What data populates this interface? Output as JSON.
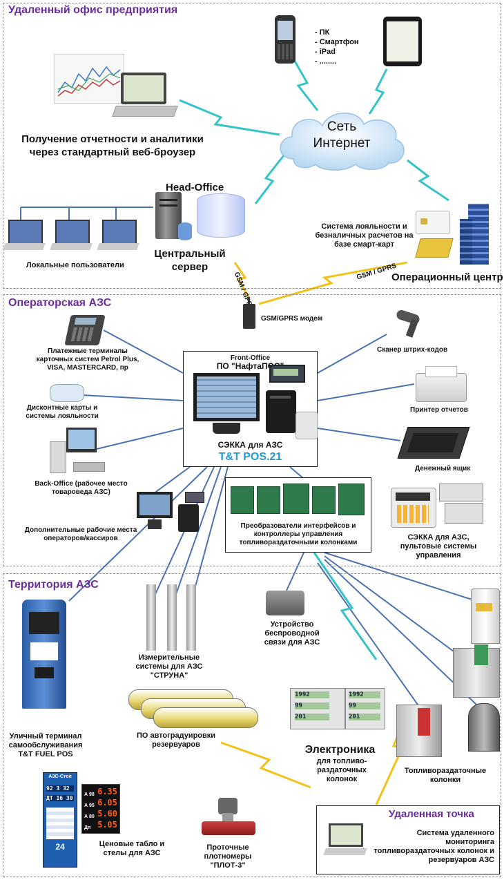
{
  "zones": {
    "remote_office": "Удаленный офис предприятия",
    "operator_station": "Операторская АЗС",
    "territory": "Территория АЗС"
  },
  "cloud": {
    "line1": "Сеть",
    "line2": "Интернет"
  },
  "devices_list": [
    "- ПК",
    "- Смартфон",
    "- iPad",
    "- ........"
  ],
  "reports": "Получение отчетности и аналитики через стандартный веб-броузер",
  "head_office": "Head-Office",
  "local_users": "Локальные пользователи",
  "central_server": "Центральный сервер",
  "gsm_gprs_1": "GSM / GPRS",
  "gsm_gprs_2": "GSM / GPRS",
  "loyalty_system": "Система лояльности и безналичных расчетов на базе смарт-карт",
  "operations_center": "Операционный центр",
  "gsm_modem": "GSM/GPRS модем",
  "payment_terminals": "Платежные терминалы карточных систем Petrol Plus, VISA, MASTERCARD, пр",
  "discount_cards": "Дисконтные карты и системы лояльности",
  "back_office": "Back-Office (рабочее место товароведа АЗС)",
  "extra_workplaces": "Дополнительные рабочие места операторов/кассиров",
  "front_office": {
    "label": "Front-Office",
    "po": "ПО \"НафтаПОС\"",
    "sekka": "СЭККА для АЗС",
    "pos": "T&T POS.21"
  },
  "barcode_scanner": "Сканер штрих-кодов",
  "report_printer": "Принтер отчетов",
  "cash_drawer": "Денежный ящик",
  "converters": "Преобразователи интерфейсов и контроллеры управления топливораздаточными колонками",
  "sekka_consoles": "СЭККА для АЗС, пультовые системы управления",
  "street_terminal": "Уличный терминал самообслуживания T&T FUEL POS",
  "measuring": "Измерительные системы для АЗС \"СТРУНА\"",
  "wireless": "Устройство беспроводной связи для АЗС",
  "calibration": "ПО автоградуировки резервуаров",
  "electronics_title": "Электроника",
  "electronics_sub": "для топливо-раздаточных колонок",
  "dispensers": "Топливораздаточные колонки",
  "price_boards": "Ценовые табло и стелы для АЗС",
  "flowmeters": "Проточные плотномеры \"ПЛОТ-3\"",
  "remote_point": {
    "title": "Удаленная точка",
    "desc": "Система удаленного мониторинга топливораздаточных колонок и резервуаров АЗС"
  },
  "price_table": {
    "rows": [
      {
        "grade": "А 98",
        "price": "6.35"
      },
      {
        "grade": "А 95",
        "price": "6.05"
      },
      {
        "grade": "А 80",
        "price": "5.60"
      },
      {
        "grade": "Дп",
        "price": "5.05"
      }
    ]
  },
  "stela": {
    "brand": "АЗС-Стоп",
    "top_price": "92 3 32",
    "mid_price": "ДТ 16 30",
    "bottom": "24"
  },
  "electronics_displays": [
    "1992",
    "99",
    "201",
    "1992",
    "99",
    "201"
  ]
}
